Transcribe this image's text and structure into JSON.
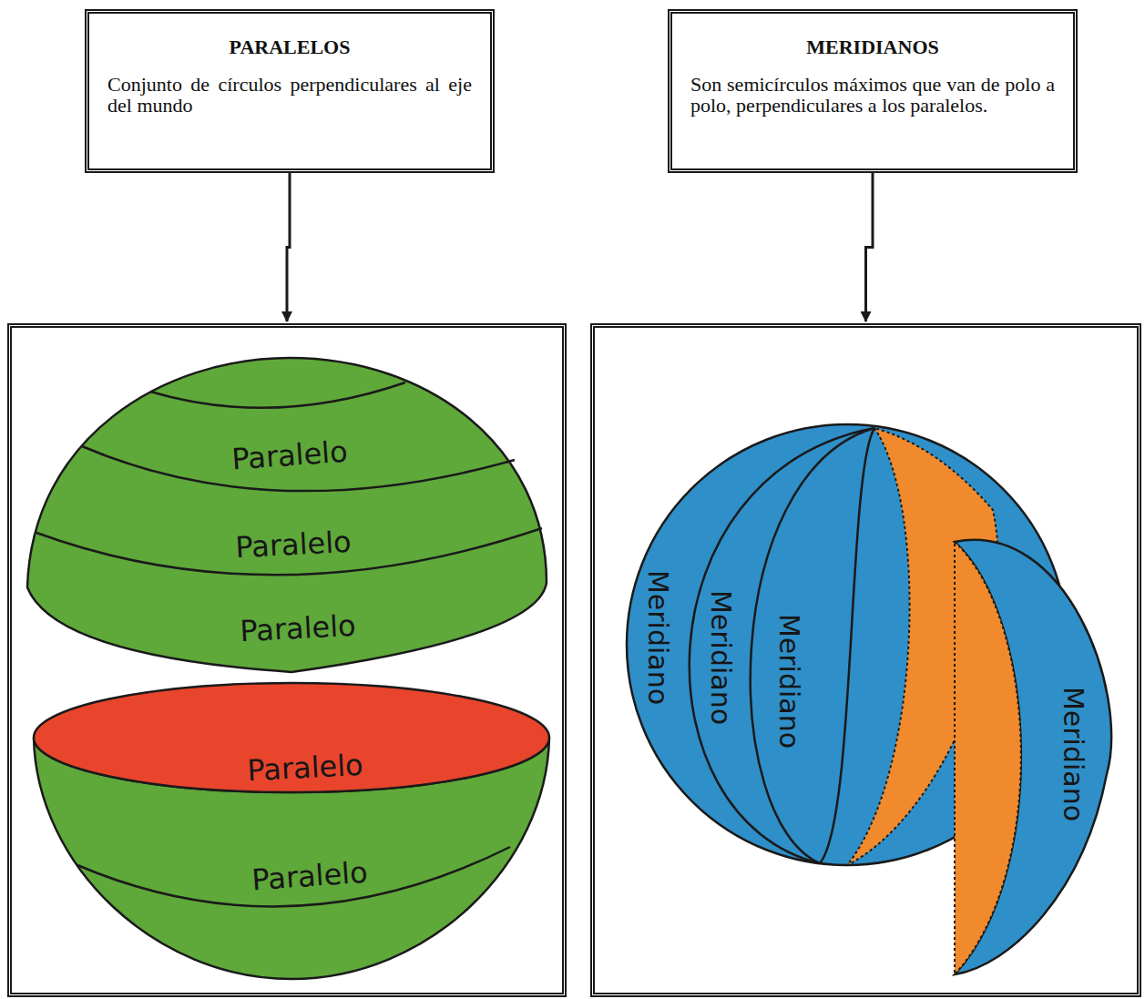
{
  "diagram": {
    "nodes": [
      {
        "text": [
          "PARALELOS",
          "Conjunto de círculos perpendiculares al eje del mundo"
        ]
      },
      {
        "text": [
          "MERIDIANOS",
          "Son semicírculos máximos que van de polo a polo, perpendiculares a los paralelos."
        ]
      },
      {
        "text": [
          "Paralelo",
          "Paralelo",
          "Paralelo",
          "Paralelo",
          "Paralelo"
        ]
      },
      {
        "text": [
          "Meridiano",
          "Meridiano",
          "Meridiano",
          "Meridiano"
        ]
      }
    ],
    "edges": [
      {
        "from": 0,
        "to": 2,
        "arrow": "to"
      },
      {
        "from": 1,
        "to": 3,
        "arrow": "to"
      }
    ]
  }
}
